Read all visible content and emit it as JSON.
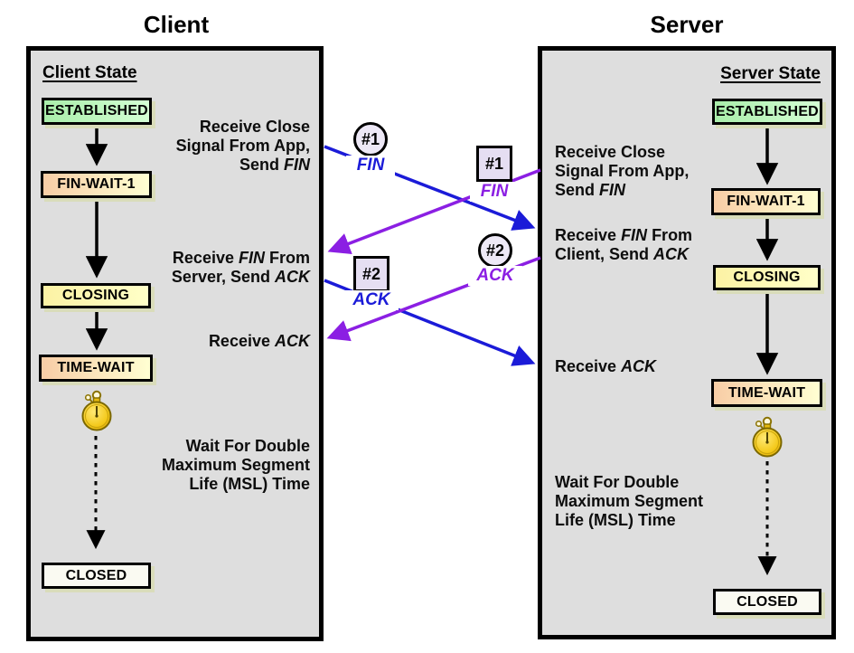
{
  "titles": {
    "client": "Client",
    "server": "Server"
  },
  "colors": {
    "blue": "#1b1bd8",
    "purple": "#8b1fe3",
    "panel-bg": "#dedede",
    "panel-border": "#000000",
    "green-left": "#a9edaa",
    "green-right": "#d4ffd4",
    "peach": "#f8cda6",
    "cream": "#ffffd2",
    "yellow-left": "#fcf2a4",
    "yellow-right": "#ffffc8",
    "closed-bg": "#fafaf2",
    "badge-circle-bg": "#ede8f6",
    "badge-square-bg": "#e5def2",
    "box-shadow": "#d9dcba",
    "timer-gold": "#f3c818",
    "timer-rim": "#8a7200"
  },
  "client_panel": {
    "header": "Client State",
    "states": {
      "established": "ESTABLISHED",
      "fin_wait_1": "FIN-WAIT-1",
      "closing": "CLOSING",
      "time_wait": "TIME-WAIT",
      "closed": "CLOSED"
    },
    "annotations": {
      "close": {
        "line1": "Receive Close",
        "line2": "Signal From App,",
        "line3_pre": "Send ",
        "line3_kw": "FIN"
      },
      "fin": {
        "line1_pre": "Receive ",
        "line1_kw": "FIN",
        "line1_post": " From",
        "line2_pre": "Server, Send ",
        "line2_kw": "ACK"
      },
      "ack": {
        "pre": "Receive ",
        "kw": "ACK"
      },
      "wait": {
        "line1": "Wait For Double",
        "line2": "Maximum Segment",
        "line3": "Life (MSL) Time"
      }
    }
  },
  "server_panel": {
    "header": "Server State",
    "states": {
      "established": "ESTABLISHED",
      "fin_wait_1": "FIN-WAIT-1",
      "closing": "CLOSING",
      "time_wait": "TIME-WAIT",
      "closed": "CLOSED"
    },
    "annotations": {
      "close": {
        "line1": "Receive Close",
        "line2": "Signal From App,",
        "line3_pre": "Send ",
        "line3_kw": "FIN"
      },
      "fin": {
        "line1_pre": "Receive ",
        "line1_kw": "FIN",
        "line1_post": " From",
        "line2_pre": "Client, Send ",
        "line2_kw": "ACK"
      },
      "ack": {
        "pre": "Receive ",
        "kw": "ACK"
      },
      "wait": {
        "line1": "Wait For Double",
        "line2": "Maximum Segment",
        "line3": "Life (MSL) Time"
      }
    }
  },
  "messages": {
    "fin_from_client": {
      "badge": "#1",
      "label": "FIN"
    },
    "fin_from_server": {
      "badge": "#1",
      "label": "FIN"
    },
    "ack_from_client": {
      "badge": "#2",
      "label": "ACK"
    },
    "ack_from_server": {
      "badge": "#2",
      "label": "ACK"
    }
  }
}
